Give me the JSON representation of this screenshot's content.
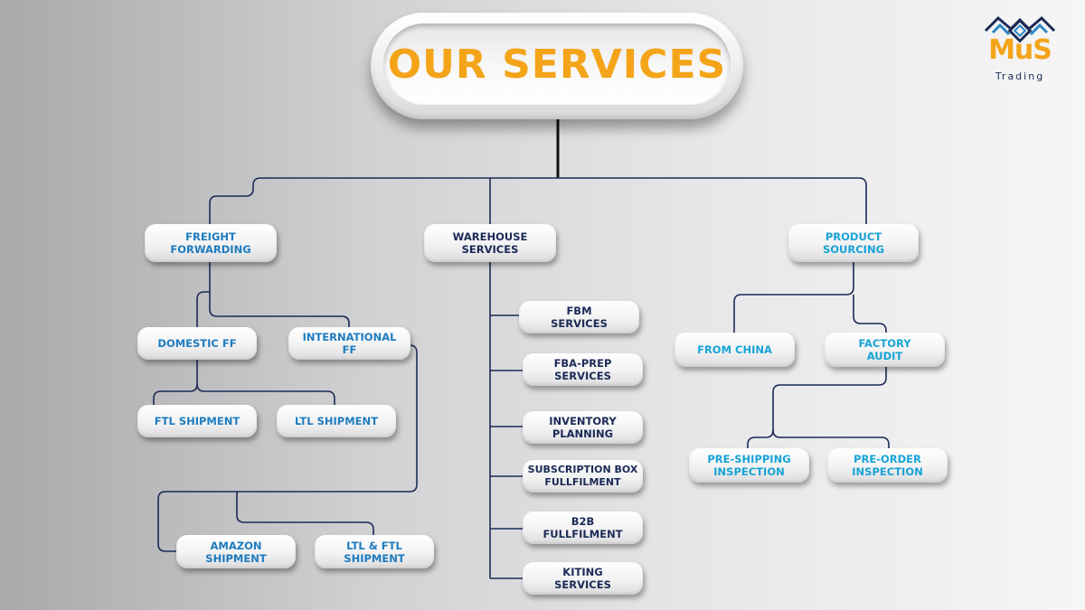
{
  "title": "OUR SERVICES",
  "logo": {
    "brand": "MuS",
    "sub": "Trading"
  },
  "colors": {
    "accent": "#f4a418",
    "line": "#1b2a55",
    "label_blue": "#1e7bbf",
    "label_navy": "#1b2a55",
    "label_teal": "#17a3d6"
  },
  "categories": {
    "freight": "FREIGHT\nFORWARDING",
    "warehouse": "WAREHOUSE\nSERVICES",
    "sourcing": "PRODUCT\nSOURCING"
  },
  "freight": {
    "domestic": "DOMESTIC FF",
    "international": "INTERNATIONAL\nFF",
    "ftl": "FTL SHIPMENT",
    "ltl": "LTL SHIPMENT",
    "amazon": "AMAZON\nSHIPMENT",
    "ltl_ftl": "LTL & FTL\nSHIPMENT"
  },
  "warehouse": {
    "fbm": "FBM\nSERVICES",
    "fba_prep": "FBA-PREP\nSERVICES",
    "inventory": "INVENTORY\nPLANNING",
    "subscription": "SUBSCRIPTION BOX\nFULLFILMENT",
    "b2b": "B2B\nFULLFILMENT",
    "kiting": "KITING\nSERVICES"
  },
  "sourcing": {
    "china": "FROM  CHINA",
    "audit": "FACTORY\nAUDIT",
    "pre_shipping": "PRE-SHIPPING\nINSPECTION",
    "pre_order": "PRE-ORDER\nINSPECTION"
  }
}
